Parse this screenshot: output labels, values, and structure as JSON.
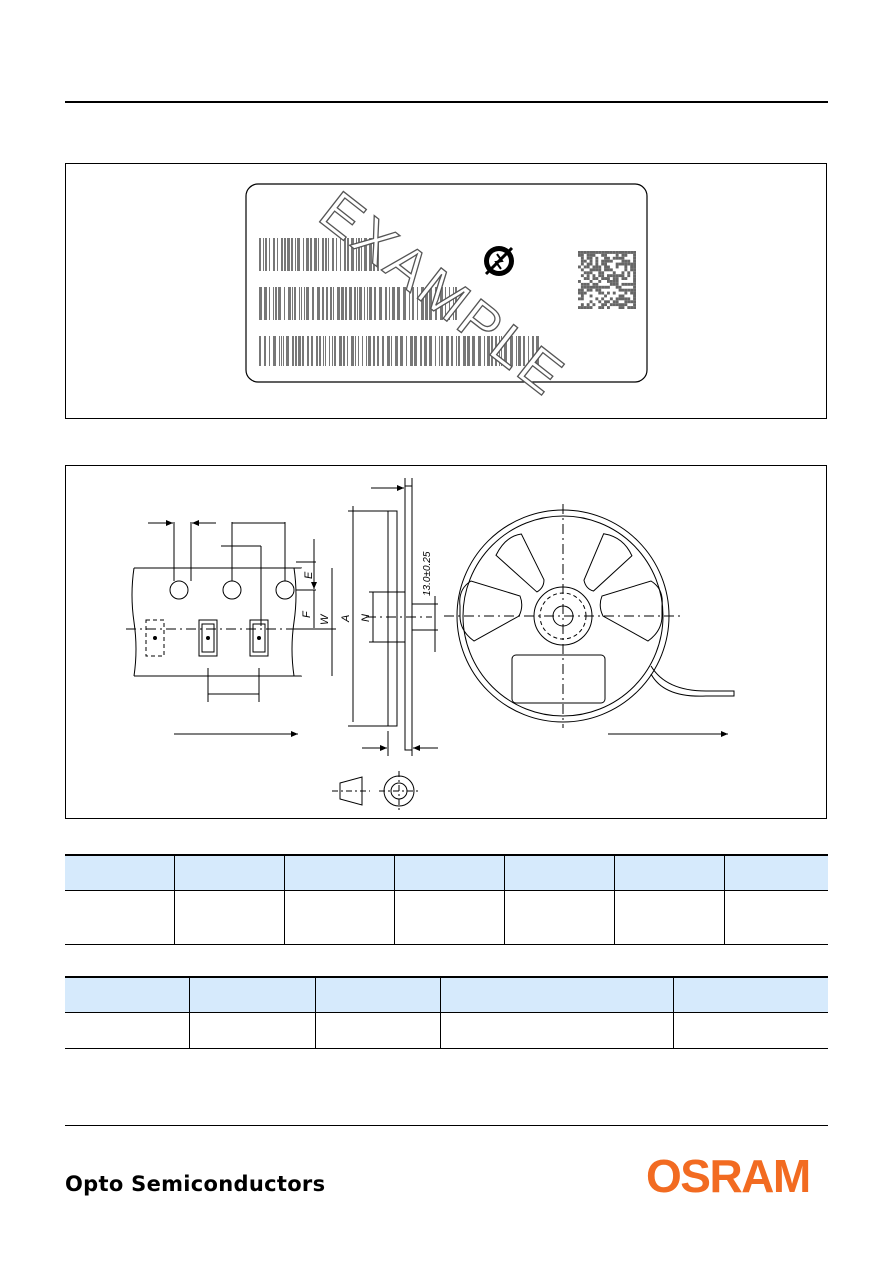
{
  "label_example": {
    "watermark": "EXAMPLE"
  },
  "tape_drawing": {
    "dim_labels": {
      "E": "E",
      "F": "F",
      "W": "W",
      "A": "A",
      "N": "N",
      "hub": "13.0±0.25"
    }
  },
  "table1": {
    "header": [
      "",
      "",
      "",
      "",
      "",
      "",
      ""
    ],
    "row": [
      "",
      "",
      "",
      "",
      "",
      "",
      ""
    ]
  },
  "table2": {
    "header": [
      "",
      "",
      "",
      "",
      ""
    ],
    "row": [
      "",
      "",
      "",
      "",
      ""
    ]
  },
  "footer": {
    "company_text": "Opto Semiconductors",
    "logo": "OSRAM",
    "logo_color": "#f26b21"
  }
}
